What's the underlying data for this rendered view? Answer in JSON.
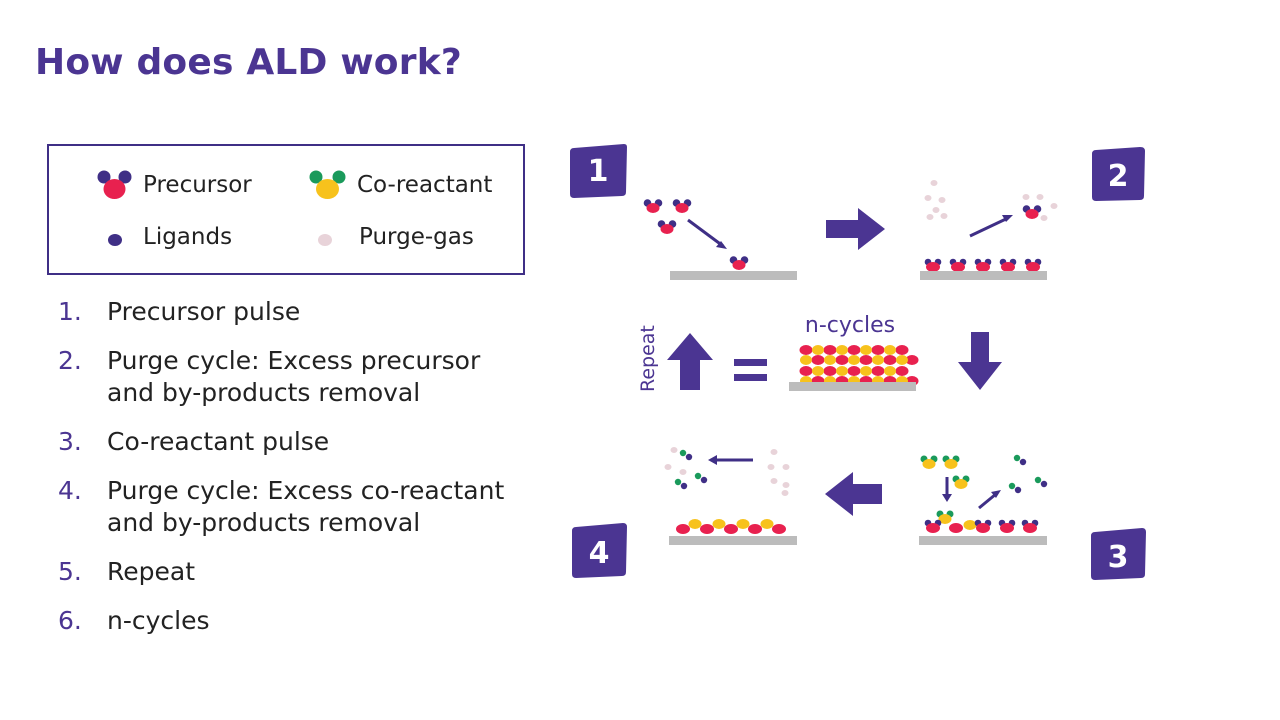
{
  "slide": {
    "title": "How does ALD work?"
  },
  "legend": {
    "precursor_label": "Precursor",
    "coreactant_label": "Co-reactant",
    "ligands_label": "Ligands",
    "purge_gas_label": "Purge-gas"
  },
  "steps": [
    {
      "number": "1.",
      "line1": "Precursor pulse",
      "line2": ""
    },
    {
      "number": "2.",
      "line1": "Purge cycle: Excess precursor",
      "line2": "and by-products removal"
    },
    {
      "number": "3.",
      "line1": "Co-reactant pulse",
      "line2": ""
    },
    {
      "number": "4.",
      "line1": "Purge cycle: Excess co-reactant",
      "line2": "and by-products removal"
    },
    {
      "number": "5.",
      "line1": "Repeat",
      "line2": ""
    },
    {
      "number": "6.",
      "line1": "n-cycles",
      "line2": ""
    }
  ],
  "diagram": {
    "badge_1": "1",
    "badge_2": "2",
    "badge_3": "3",
    "badge_4": "4",
    "repeat_label": "Repeat",
    "ncycles_label": "n-cycles",
    "equals_sign": "="
  },
  "colors": {
    "brand_purple": "#4b3592",
    "precursor_red": "#e8214f",
    "coreactant_yellow": "#f7c21c",
    "ligand_purple": "#3f2f86",
    "coreactant_green": "#1a9a5b",
    "purge_gas_pink": "#e8d3d9",
    "substrate_gray": "#bcbcbc"
  }
}
